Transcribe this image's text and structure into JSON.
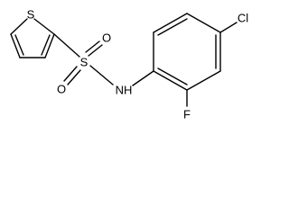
{
  "molecule": {
    "atoms": {
      "S_ring": "S",
      "O_top": "O",
      "S_sulfonyl": "S",
      "O_bottom": "O",
      "NH": "NH",
      "Cl": "Cl",
      "F": "F"
    }
  },
  "colors": {
    "bond": "#000000",
    "label": "#000000",
    "background": "#ffffff"
  }
}
